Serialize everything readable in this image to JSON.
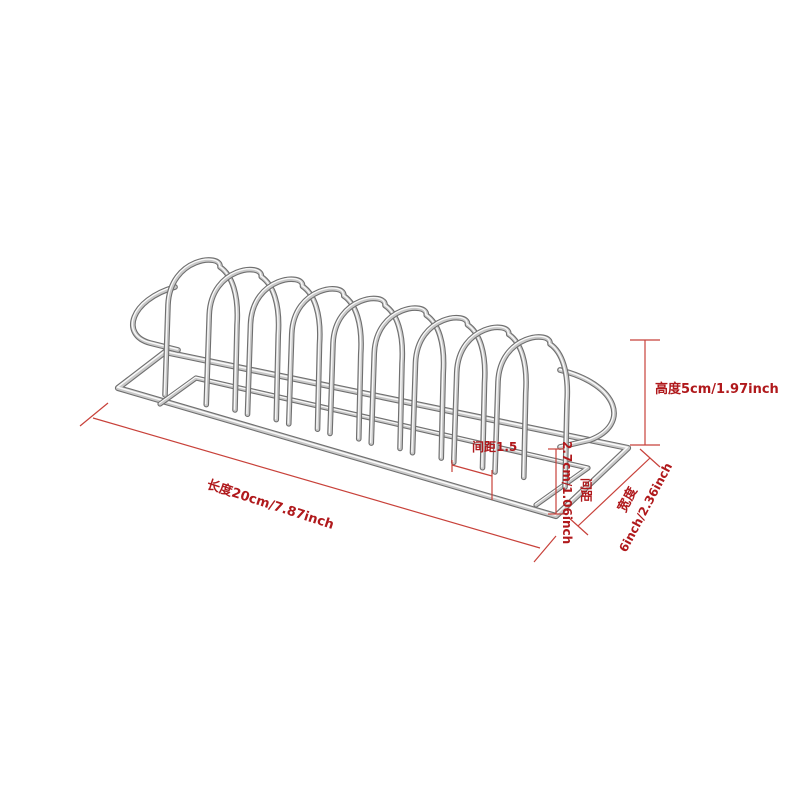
{
  "colors": {
    "background": "#ffffff",
    "dimension": "#c8413a",
    "label": "#b0191c",
    "wire_dark": "#6f6f6f",
    "wire_mid": "#c9c9c9",
    "wire_light": "#fafafa"
  },
  "dimensions": {
    "length": "长度20cm/7.87inch",
    "height": "高度5cm/1.97inch",
    "width_title": "宽度",
    "width_value": "6inch/2.36inch",
    "spacing": "间距1.5",
    "gap_title": "间距",
    "gap_value": "2.7cm/1.06inch"
  }
}
